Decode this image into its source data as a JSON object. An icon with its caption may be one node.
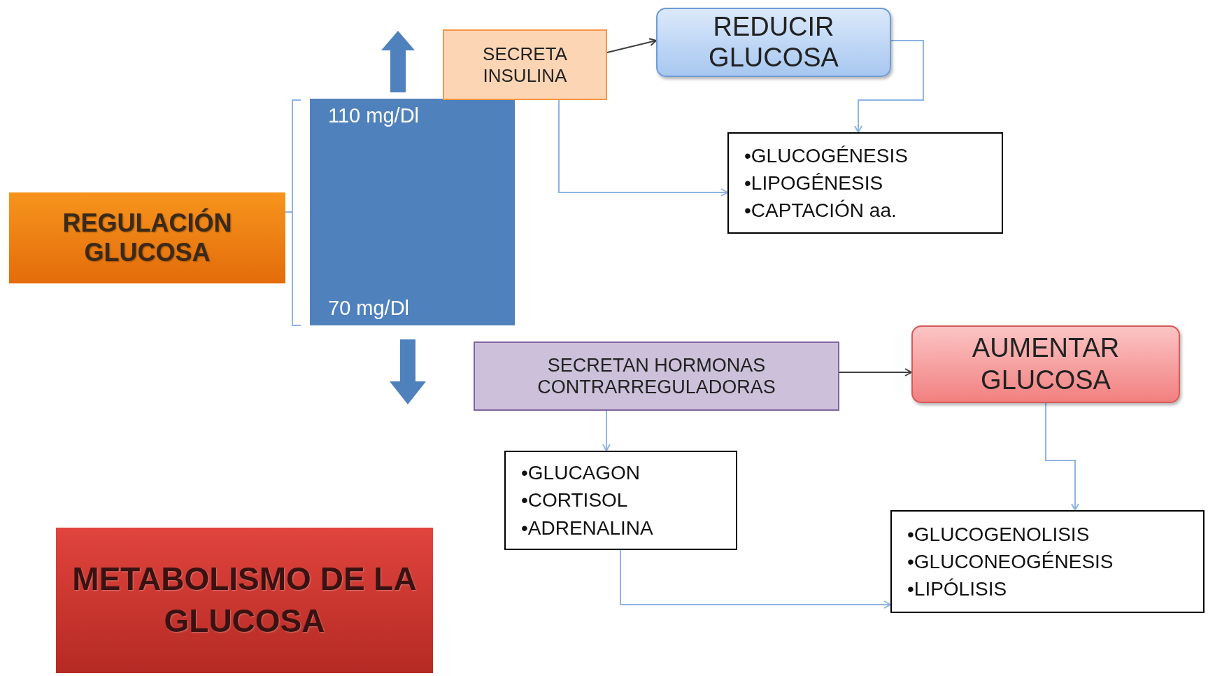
{
  "diagram": {
    "nodes": [
      {
        "text": [
          "REGULACIÓN GLUCOSA"
        ]
      },
      {
        "text": [
          "110 mg/Dl",
          "70 mg/Dl"
        ]
      },
      {
        "text": [
          "SECRETA INSULINA"
        ]
      },
      {
        "text": [
          "REDUCIR GLUCOSA"
        ]
      },
      {
        "text": [
          "•GLUCOGÉNESIS",
          "•LIPOGÉNESIS",
          "•CAPTACIÓN aa."
        ]
      },
      {
        "text": [
          "SECRETAN HORMONAS CONTRARREGULADORAS"
        ]
      },
      {
        "text": [
          "AUMENTAR GLUCOSA"
        ]
      },
      {
        "text": [
          "•GLUCAGON",
          "•CORTISOL",
          "•ADRENALINA"
        ]
      },
      {
        "text": [
          "•GLUCOGENOLISIS",
          "•GLUCONEOGÉNESIS",
          "•LIPÓLISIS"
        ]
      },
      {
        "text": [
          "METABOLISMO DE LA GLUCOSA"
        ]
      }
    ],
    "edges": [
      {
        "from": 2,
        "to": 3,
        "arrow": "to",
        "color": "#404040"
      },
      {
        "from": 3,
        "to": 4,
        "arrow": "to"
      },
      {
        "from": 2,
        "to": 4,
        "arrow": "to"
      },
      {
        "from": 5,
        "to": 6,
        "arrow": "to",
        "color": "#404040"
      },
      {
        "from": 5,
        "to": 7,
        "arrow": "to"
      },
      {
        "from": 6,
        "to": 8,
        "arrow": "to"
      },
      {
        "from": 7,
        "to": 8,
        "arrow": "to"
      }
    ]
  }
}
